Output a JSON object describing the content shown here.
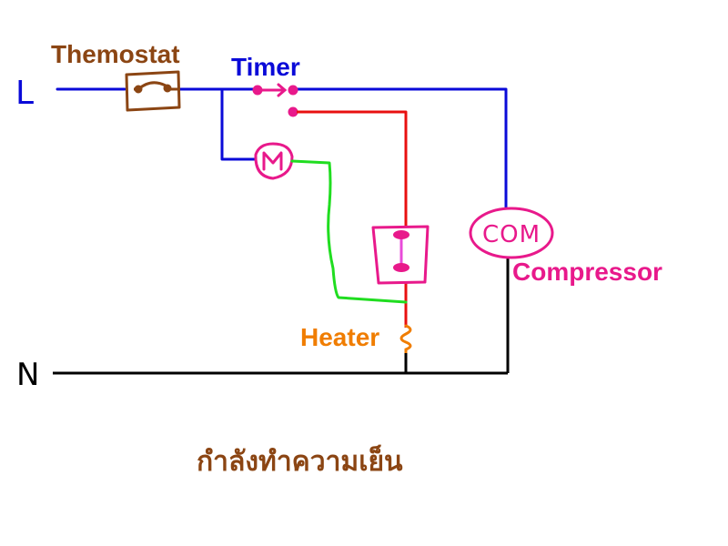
{
  "labels": {
    "line": "L",
    "neutral": "N",
    "thermostat": "Themostat",
    "timer": "Timer",
    "compressor_symbol": "COM",
    "compressor": "Compressor",
    "heater": "Heater",
    "status": "กำลังทำความเย็น"
  },
  "colors": {
    "line_wire": "#0a0ad8",
    "neutral_wire": "#000000",
    "defrost_wire": "#e81010",
    "motor_wire": "#20dd20",
    "thermostat": "#8b4513",
    "component": "#e8198b",
    "heater": "#f07d00",
    "caption": "#8b4513"
  },
  "components": [
    {
      "id": "thermostat",
      "label": "Themostat",
      "icon": "thermostat-switch-icon"
    },
    {
      "id": "timer",
      "label": "Timer",
      "icon": "timer-switch-icon"
    },
    {
      "id": "timer-motor",
      "symbol": "M",
      "icon": "motor-icon"
    },
    {
      "id": "defrost-fuse",
      "icon": "bimetal-fuse-icon"
    },
    {
      "id": "heater",
      "label": "Heater",
      "icon": "heater-coil-icon"
    },
    {
      "id": "compressor",
      "label": "Compressor",
      "symbol": "COM",
      "icon": "compressor-icon"
    }
  ]
}
